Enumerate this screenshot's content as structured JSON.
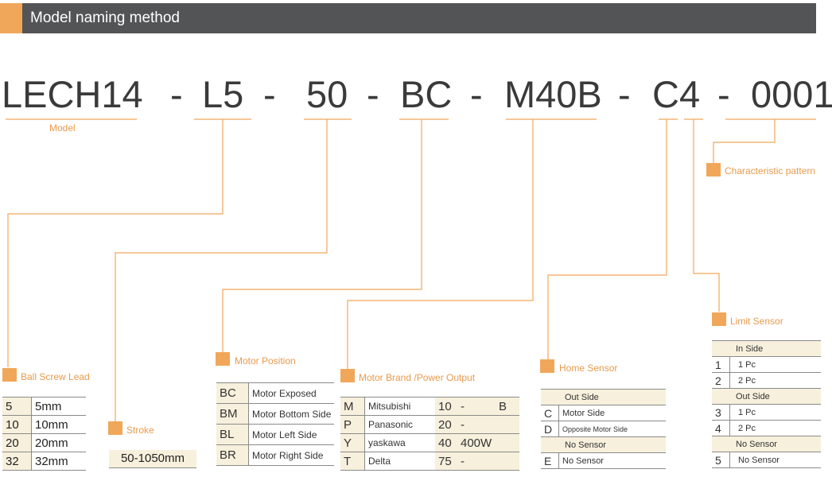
{
  "header": {
    "title": "Model naming method"
  },
  "code": {
    "model": "LECH14",
    "lead": "L5",
    "stroke": "50",
    "position": "BC",
    "brand": "M40B",
    "sensor": "C4",
    "pattern": "0001",
    "dash": "-"
  },
  "labels": {
    "model": "Model",
    "characteristic": "Characteristic pattern",
    "limit_sensor": "Limit Sensor",
    "home_sensor": "Home Sensor",
    "motor_brand": "Motor Brand /Power Output",
    "motor_position": "Motor Position",
    "ball_screw": "Ball Screw Lead",
    "stroke": "Stroke"
  },
  "ball_screw_table": [
    {
      "k": "5",
      "v": "5mm"
    },
    {
      "k": "10",
      "v": "10mm"
    },
    {
      "k": "20",
      "v": "20mm"
    },
    {
      "k": "32",
      "v": "32mm"
    }
  ],
  "stroke_value": "50-1050mm",
  "motor_position_table": [
    {
      "k": "BC",
      "v": "Motor Exposed"
    },
    {
      "k": "BM",
      "v": "Motor Bottom Side"
    },
    {
      "k": "BL",
      "v": "Motor Left Side"
    },
    {
      "k": "BR",
      "v": "Motor Right Side"
    }
  ],
  "motor_brand_table": [
    {
      "k": "M",
      "brand": "Mitsubishi",
      "p": "10",
      "w": "-",
      "e": "B"
    },
    {
      "k": "P",
      "brand": "Panasonic",
      "p": "20",
      "w": "-",
      "e": ""
    },
    {
      "k": "Y",
      "brand": "yaskawa",
      "p": "40",
      "w": "400W",
      "e": ""
    },
    {
      "k": "T",
      "brand": "Delta",
      "p": "75",
      "w": "-",
      "e": ""
    }
  ],
  "home_sensor_table": {
    "out_side": "Out Side",
    "rows": [
      {
        "k": "C",
        "v": "Motor Side"
      },
      {
        "k": "D",
        "v": "Opposite Motor Side"
      }
    ],
    "no_sensor": "No Sensor",
    "e_row": {
      "k": "E",
      "v": "No Sensor"
    }
  },
  "limit_sensor_table": {
    "in_side": "In Side",
    "in_rows": [
      {
        "k": "1",
        "v": "1 Pc"
      },
      {
        "k": "2",
        "v": "2 Pc"
      }
    ],
    "out_side": "Out Side",
    "out_rows": [
      {
        "k": "3",
        "v": "1 Pc"
      },
      {
        "k": "4",
        "v": "2 Pc"
      }
    ],
    "no_sensor": "No Sensor",
    "no_row": {
      "k": "5",
      "v": "No Sensor"
    }
  },
  "colors": {
    "accent": "#f0a75a",
    "header_bg": "#535455",
    "cell_bg": "#f7f0dc"
  }
}
